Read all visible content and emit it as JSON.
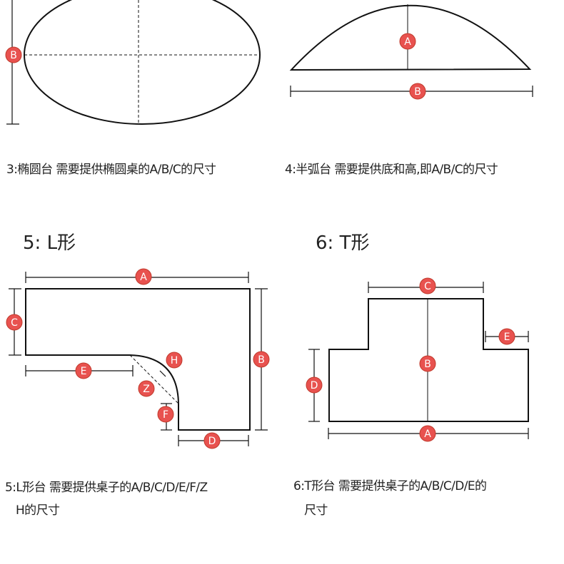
{
  "captions": {
    "ellipse": "3:椭圆台 需要提供椭圆桌的A/B/C的尺寸",
    "semicircle": "4:半弧台 需要提供底和高,即A/B/C的尺寸",
    "l_shape_line1": "5:L形台 需要提供桌子的A/B/C/D/E/F/Z",
    "l_shape_line2": "H的尺寸",
    "t_shape_line1": "6:T形台 需要提供桌子的A/B/C/D/E的",
    "t_shape_line2": "尺寸"
  },
  "titles": {
    "l_shape": "5: L形",
    "t_shape": "6: T形"
  },
  "markers": {
    "A": "A",
    "B": "B",
    "C": "C",
    "D": "D",
    "E": "E",
    "F": "F",
    "H": "H",
    "Z": "Z"
  },
  "colors": {
    "marker_fill": "#e8524f",
    "marker_stroke": "#c0392b",
    "line": "#111111"
  }
}
